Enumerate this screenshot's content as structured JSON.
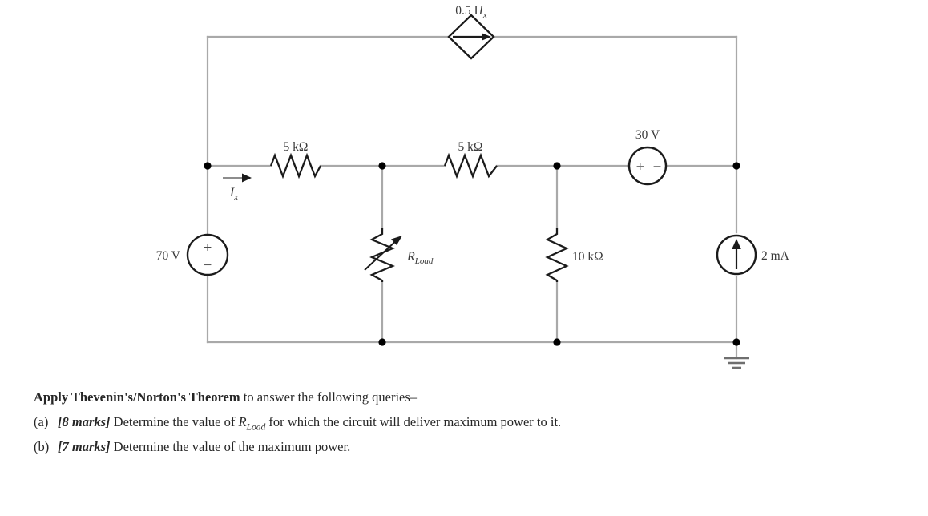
{
  "document": {
    "type": "circuit-problem",
    "background_color": "#ffffff",
    "wire_color": "#a9a9a9",
    "component_color": "#1b1b1b",
    "text_color": "#262626"
  },
  "circuit": {
    "title": "Resistive network with dependent source",
    "labels": {
      "dependent_source": "0.5 I",
      "dependent_source_sub": "x",
      "r1": "5 kΩ",
      "r2": "5 kΩ",
      "r_load": "R",
      "r_load_sub": "Load",
      "r10k": "10 kΩ",
      "v30": "30 V",
      "v70": "70 V",
      "i2ma": "2 mA",
      "ix": "I",
      "ix_sub": "x",
      "plus": "+",
      "minus": "−"
    },
    "components": [
      {
        "name": "dependent-current-source",
        "type": "diamond-current-source",
        "value": "0.5 Ix",
        "position": "top-branch"
      },
      {
        "name": "resistor-5k-left",
        "type": "resistor",
        "value": "5 kΩ",
        "position": "middle-branch-left"
      },
      {
        "name": "resistor-5k-right",
        "type": "resistor",
        "value": "5 kΩ",
        "position": "middle-branch-right"
      },
      {
        "name": "resistor-load",
        "type": "variable-resistor",
        "value": "R_Load",
        "position": "center-vertical"
      },
      {
        "name": "resistor-10k",
        "type": "resistor",
        "value": "10 kΩ",
        "position": "right-vertical"
      },
      {
        "name": "voltage-source-70v",
        "type": "voltage-source",
        "value": "70 V",
        "polarity": "+ top, − bottom",
        "position": "left-rail"
      },
      {
        "name": "voltage-source-30v",
        "type": "voltage-source",
        "value": "30 V",
        "polarity": "+ left, − right",
        "position": "middle-branch-far-right"
      },
      {
        "name": "current-source-2ma",
        "type": "current-source",
        "value": "2 mA",
        "direction": "up",
        "position": "right-rail"
      },
      {
        "name": "ground",
        "type": "earth-ground",
        "position": "bottom-right"
      }
    ]
  },
  "question": {
    "heading_bold": "Apply Thevenin's/Norton's Theorem",
    "heading_rest": " to answer the following queries–",
    "items": [
      {
        "marker": "(a)",
        "marks": "[8 marks]",
        "text_before": " Determine the value of ",
        "symbol": "R",
        "symbol_sub": "Load",
        "text_after": " for which the circuit will deliver maximum power to it."
      },
      {
        "marker": "(b)",
        "marks": "[7 marks]",
        "text_before": " Determine the value of the maximum power.",
        "symbol": "",
        "symbol_sub": "",
        "text_after": ""
      }
    ]
  }
}
